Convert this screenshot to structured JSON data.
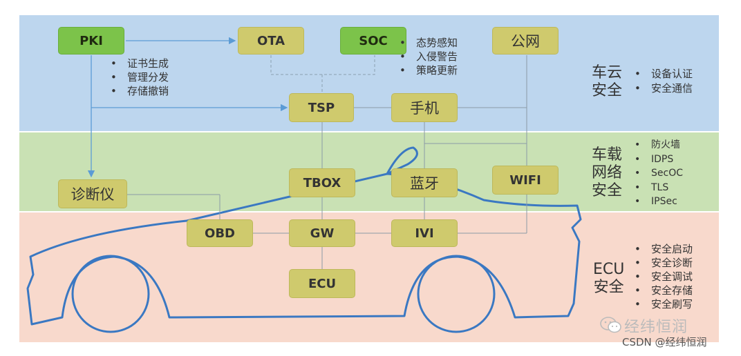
{
  "nodes": {
    "pki": "PKI",
    "ota": "OTA",
    "soc": "SOC",
    "public_net": "公网",
    "tsp": "TSP",
    "phone": "手机",
    "diag": "诊断仪",
    "tbox": "TBOX",
    "bluetooth": "蓝牙",
    "wifi": "WIFI",
    "obd": "OBD",
    "gw": "GW",
    "ivi": "IVI",
    "ecu": "ECU"
  },
  "pki_bullets": [
    "证书生成",
    "管理分发",
    "存储撤销"
  ],
  "soc_bullets": [
    "态势感知",
    "入侵警告",
    "策略更新"
  ],
  "layers": {
    "cloud": {
      "title": "车云\n安全",
      "bullets": [
        "设备认证",
        "安全通信"
      ]
    },
    "network": {
      "title": "车载\n网络\n安全",
      "bullets": [
        "防火墙",
        "IDPS",
        "SecOC",
        "TLS",
        "IPSec"
      ]
    },
    "ecu": {
      "title": "ECU\n安全",
      "bullets": [
        "安全启动",
        "安全诊断",
        "安全调试",
        "安全存储",
        "安全刷写"
      ]
    }
  },
  "watermark": {
    "brand": "经纬恒润",
    "source": "CSDN @经纬恒润"
  },
  "colors": {
    "cloud_band": "#bdd6ee",
    "network_band": "#c9e1b4",
    "ecu_band": "#f8d9cc",
    "node_olive": "#cfca6d",
    "node_green": "#7cc34a",
    "car_outline": "#3a78c2",
    "arrow": "#5b9bd5"
  }
}
